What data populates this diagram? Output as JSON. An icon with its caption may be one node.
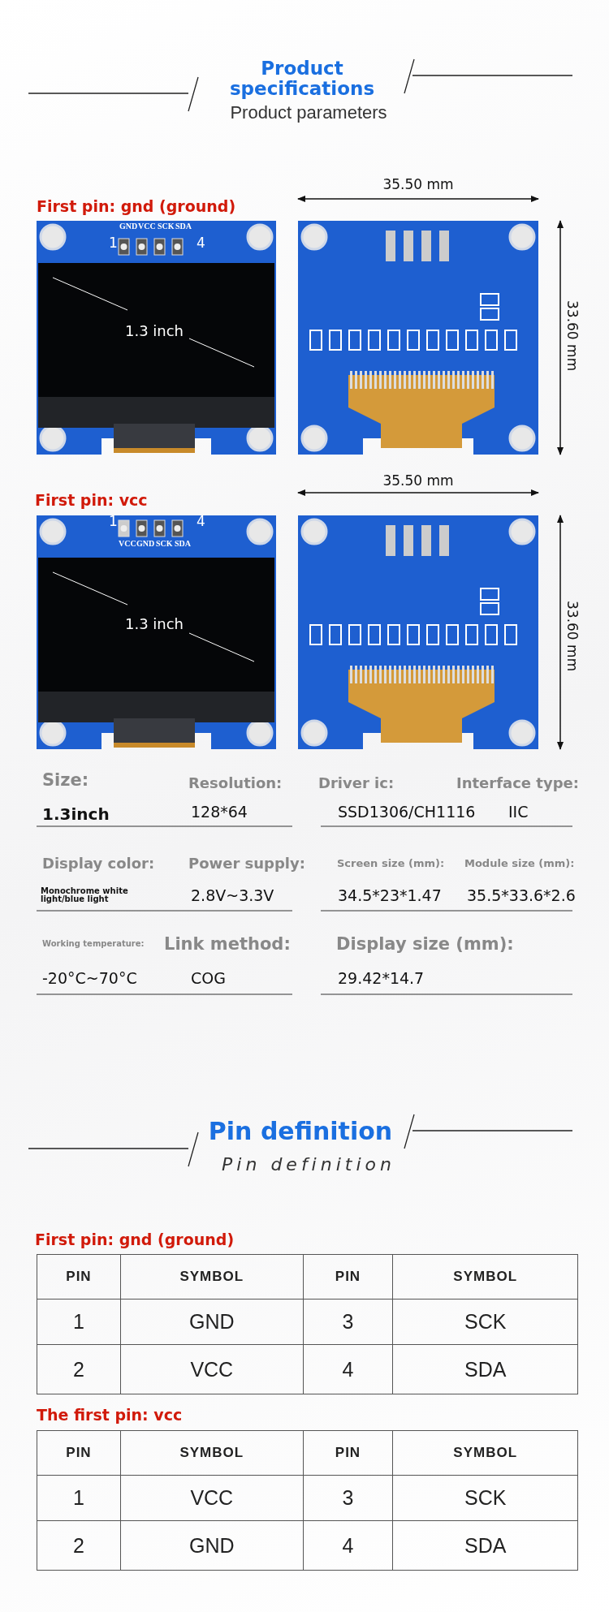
{
  "diagram": {
    "labels": [
      "Product specifications",
      "Product parameters",
      "First pin: gnd (ground)",
      "GND",
      "VCC",
      "SCK",
      "SDA",
      "1",
      "4",
      "1.3 inch",
      "35.50 mm",
      "33.60 mm",
      "First pin: vcc",
      "1",
      "4",
      "VCC",
      "GND",
      "SCK",
      "SDA",
      "1.3 inch",
      "35.50 mm",
      "33.60 mm",
      "Size:",
      "Resolution:",
      "Driver ic:",
      "Interface type:",
      "1.3inch",
      "128*64",
      "SSD1306/CH1116",
      "IIC",
      "Display color:",
      "Power supply:",
      "Screen size (mm):",
      "Module size (mm):",
      "Monochrome white light/blue light",
      "2.8V~3.3V",
      "34.5*23*1.47",
      "35.5*33.6*2.6",
      "Working temperature:",
      "Link method:",
      "Display size (mm):",
      "-20°C~70°C",
      "COG",
      "29.42*14.7",
      "Pin definition",
      "Pin definition",
      "First pin: gnd (ground)",
      "PIN",
      "SYMBOL",
      "PIN",
      "SYMBOL",
      "1",
      "GND",
      "3",
      "SCK",
      "2",
      "VCC",
      "4",
      "SDA",
      "The first pin: vcc",
      "PIN",
      "SYMBOL",
      "PIN",
      "SYMBOL",
      "1",
      "VCC",
      "3",
      "SCK",
      "2",
      "GND",
      "4",
      "SDA"
    ]
  }
}
